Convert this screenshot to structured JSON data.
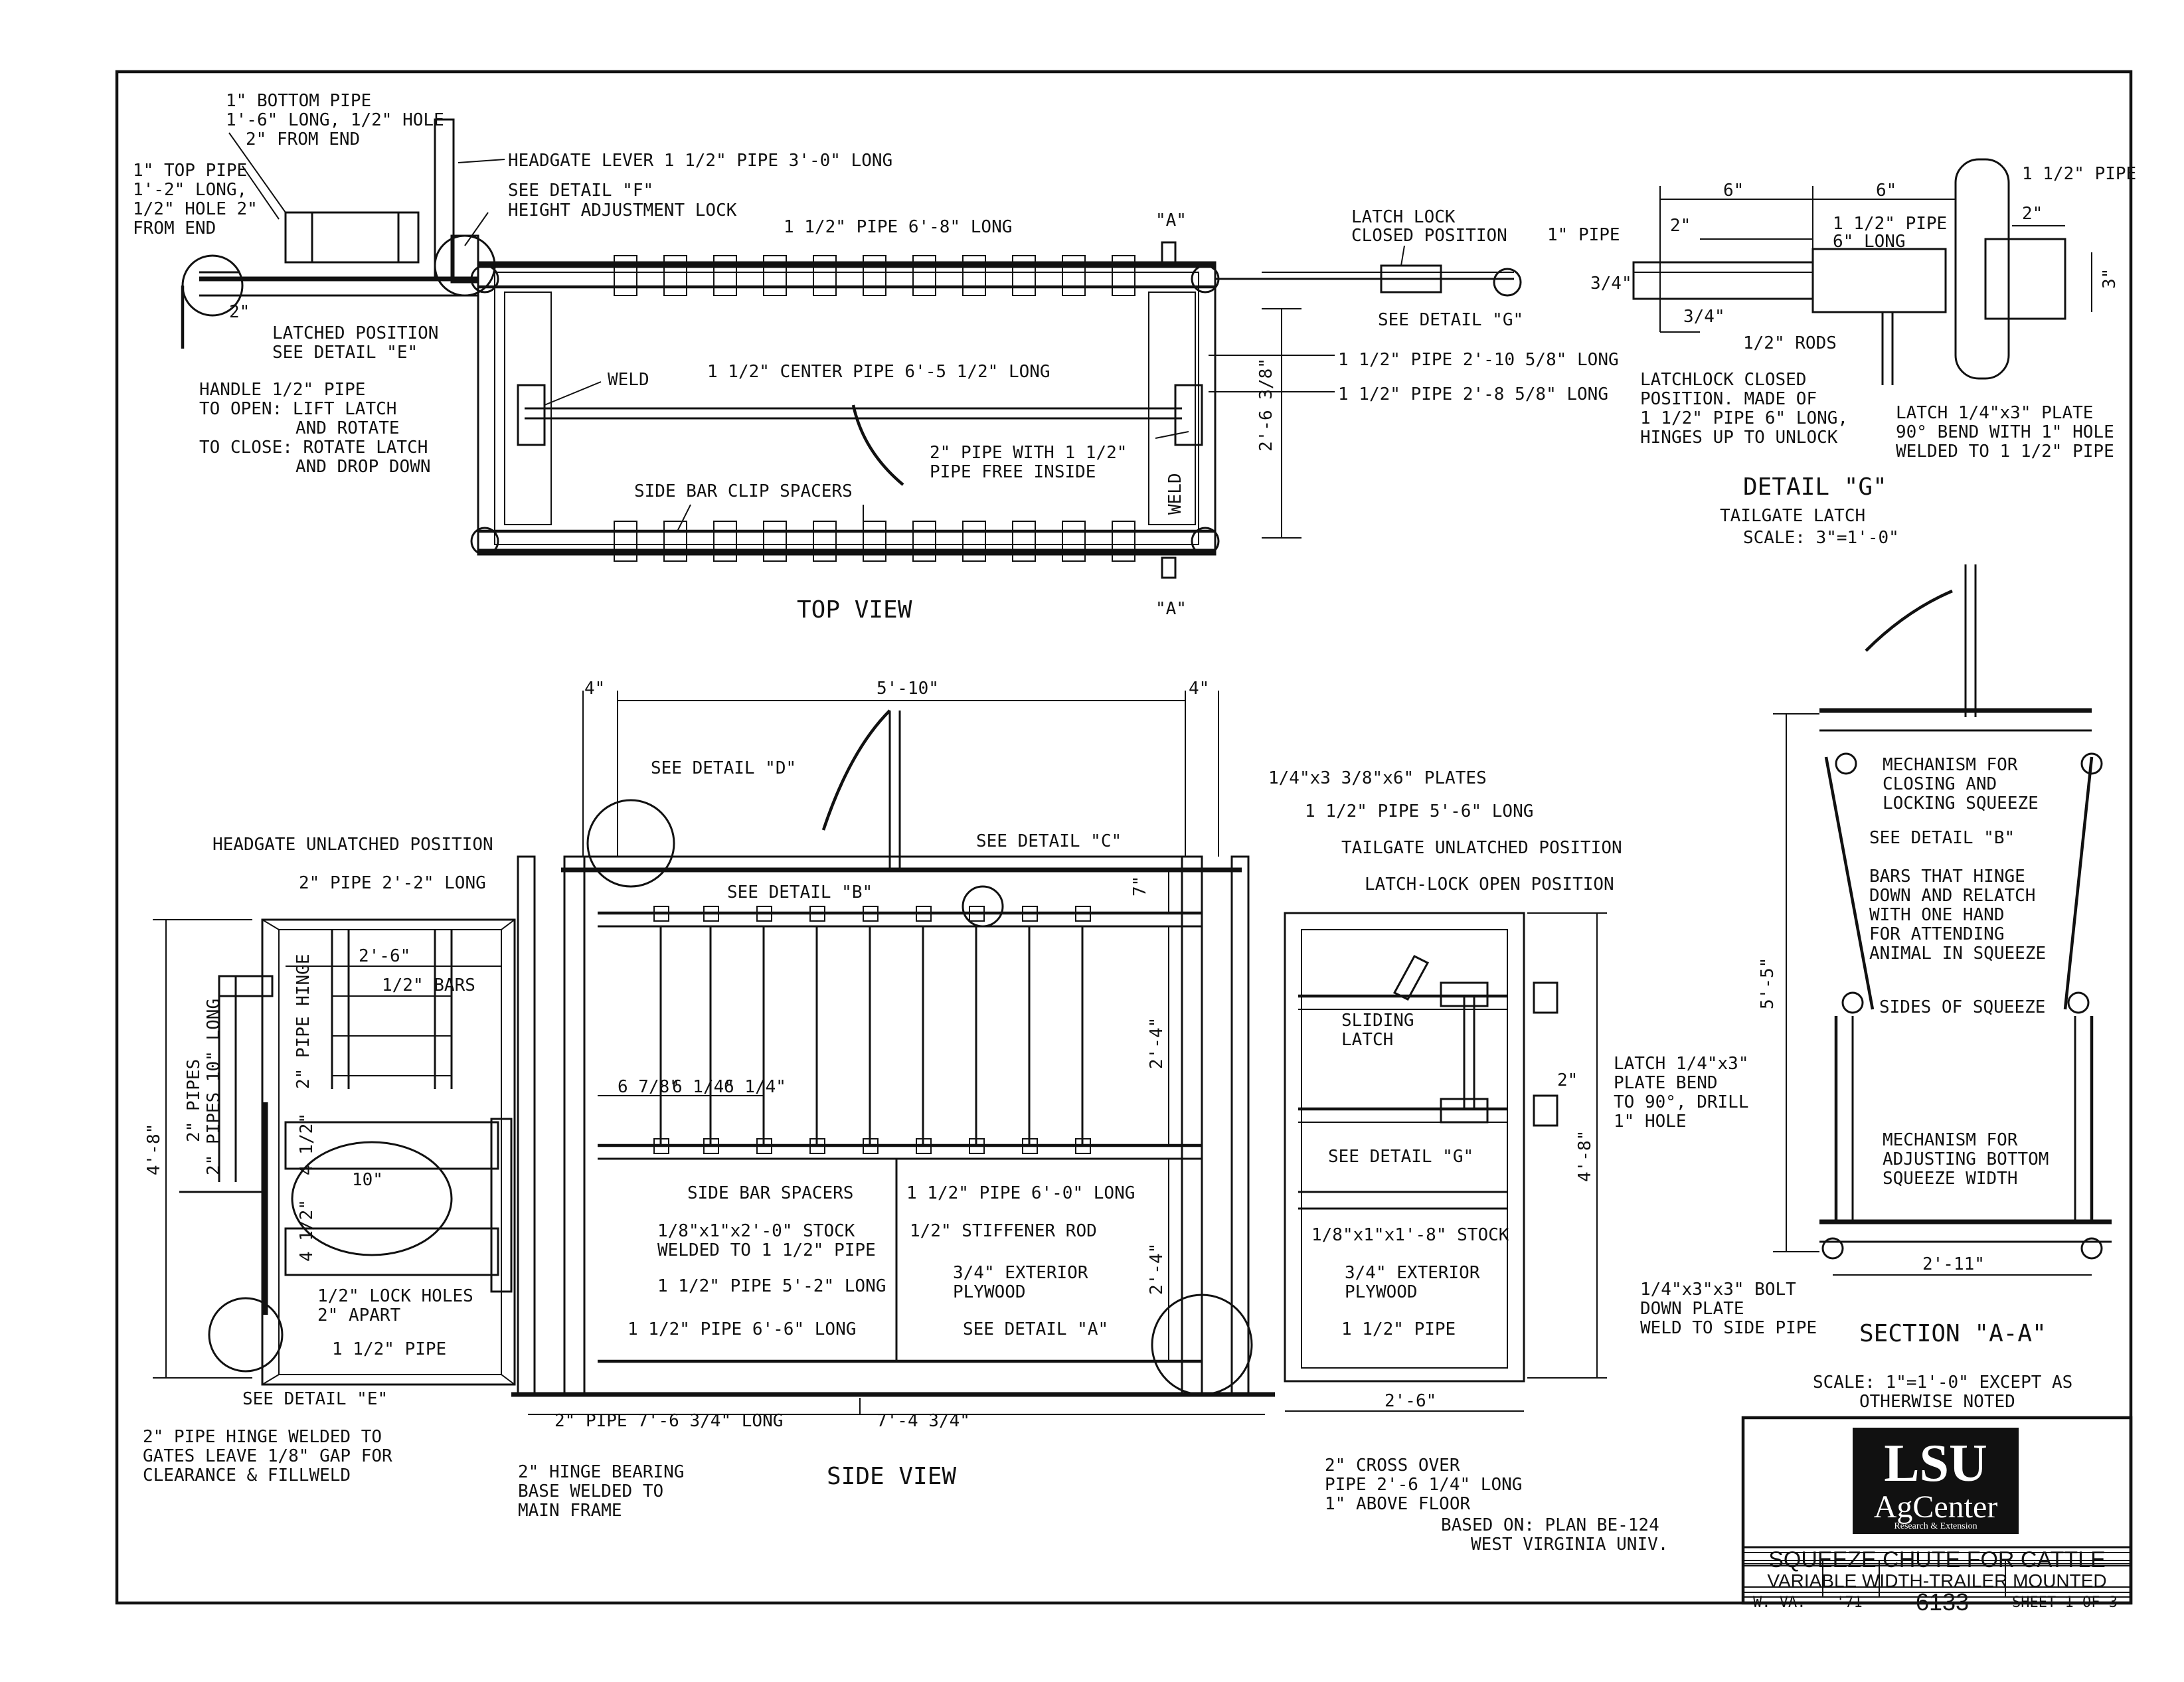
{
  "top_view": {
    "title": "TOP VIEW",
    "labels": {
      "bottom_pipe_1": "1\" BOTTOM PIPE",
      "bottom_pipe_2": "1'-6\" LONG, 1/2\" HOLE",
      "bottom_pipe_3": "2\" FROM END",
      "top_pipe_1": "1\" TOP PIPE",
      "top_pipe_2": "1'-2\" LONG,",
      "top_pipe_3": "1/2\" HOLE 2\"",
      "top_pipe_4": "FROM END",
      "headgate_lever": "HEADGATE LEVER 1 1/2\" PIPE 3'-0\" LONG",
      "detail_f_1": "SEE DETAIL \"F\"",
      "detail_f_2": "HEIGHT ADJUSTMENT LOCK",
      "pipe_6_8": "1 1/2\" PIPE 6'-8\" LONG",
      "section_a_top": "\"A\"",
      "section_a_bottom": "\"A\"",
      "latch_lock_1": "LATCH LOCK",
      "latch_lock_2": "CLOSED POSITION",
      "see_detail_g": "SEE DETAIL \"G\"",
      "two_in": "2\"",
      "latched_pos_1": "LATCHED POSITION",
      "latched_pos_2": "SEE DETAIL \"E\"",
      "handle_1": "HANDLE 1/2\" PIPE",
      "handle_2": "TO OPEN: LIFT LATCH",
      "handle_3": "AND ROTATE",
      "handle_4": "TO CLOSE: ROTATE LATCH",
      "handle_5": "AND DROP DOWN",
      "weld_1": "WELD",
      "center_pipe": "1 1/2\" CENTER PIPE 6'-5 1/2\" LONG",
      "pipe_2_10": "1 1/2\" PIPE 2'-10 5/8\" LONG",
      "pipe_2_8": "1 1/2\" PIPE 2'-8 5/8\" LONG",
      "dim_2_6": "2'-6 3/8\"",
      "pipe_free_1": "2\" PIPE WITH 1 1/2\"",
      "pipe_free_2": "PIPE FREE INSIDE",
      "weld_2": "WELD",
      "side_clip": "SIDE BAR CLIP SPACERS"
    }
  },
  "detail_g": {
    "title": "DETAIL \"G\"",
    "subtitle": "TAILGATE LATCH",
    "scale": "SCALE: 3\"=1'-0\"",
    "labels": {
      "six_a": "6\"",
      "six_b": "6\"",
      "pipe_1_5": "1 1/2\" PIPE",
      "one_pipe": "1\" PIPE",
      "two_a": "2\"",
      "pipe_6_long_1": "1 1/2\" PIPE",
      "pipe_6_long_2": "6\" LONG",
      "two_b": "2\"",
      "three_quarter_a": "3/4\"",
      "three_quarter_b": "3/4\"",
      "three": "3\"",
      "rods": "1/2\" RODS",
      "latchlock_1": "LATCHLOCK CLOSED",
      "latchlock_2": "POSITION. MADE OF",
      "latchlock_3": "1 1/2\" PIPE 6\" LONG,",
      "latchlock_4": "HINGES UP TO UNLOCK",
      "latch_plate_1": "LATCH 1/4\"x3\" PLATE",
      "latch_plate_2": "90° BEND WITH 1\" HOLE",
      "latch_plate_3": "WELDED TO 1 1/2\" PIPE"
    }
  },
  "side_view": {
    "title": "SIDE VIEW",
    "labels": {
      "dim_4a": "4\"",
      "dim_5_10": "5'-10\"",
      "dim_4b": "4\"",
      "see_detail_d": "SEE DETAIL \"D\"",
      "plates": "1/4\"x3 3/8\"x6\" PLATES",
      "pipe_5_6": "1 1/2\" PIPE 5'-6\" LONG",
      "headgate_unlatched": "HEADGATE UNLATCHED POSITION",
      "tailgate_unlatched": "TAILGATE UNLATCHED POSITION",
      "pipe_2_2": "2\" PIPE 2'-2\" LONG",
      "see_detail_c": "SEE DETAIL \"C\"",
      "see_detail_b": "SEE DETAIL \"B\"",
      "dim_7": "7\"",
      "latch_lock_open": "LATCH-LOCK OPEN POSITION",
      "dim_2_6a": "2'-6\"",
      "half_bars": "1/2\" BARS",
      "pipe_hinge": "2\" PIPE HINGE",
      "pipes_10": "2\" PIPES 10\" LONG",
      "dim_4_8a": "4'-8\"",
      "sliding_1": "SLIDING",
      "sliding_2": "LATCH",
      "dim_2_4a": "2'-4\"",
      "latch_plate_1": "LATCH 1/4\"x3\"",
      "latch_plate_2": "PLATE BEND",
      "latch_plate_3": "TO 90°, DRILL",
      "latch_plate_4": "1\" HOLE",
      "dim_2in": "2\"",
      "sp1": "6 7/8\"",
      "sp2": "6 1/4\"",
      "sp3": "6 1/4\"",
      "pipes_2": "2\" PIPES",
      "dim_4_half_a": "4 1/2\"",
      "dim_10": "10\"",
      "dim_4_half_b": "4 1/2\"",
      "see_detail_g": "SEE DETAIL \"G\"",
      "dim_4_8b": "4'-8\"",
      "side_bar_spacers": "SIDE BAR SPACERS",
      "pipe_6_0": "1 1/2\" PIPE 6'-0\" LONG",
      "stock_1": "1/8\"x1\"x2'-0\" STOCK",
      "stock_2": "WELDED TO 1 1/2\" PIPE",
      "stiffener": "1/2\" STIFFENER ROD",
      "stock_3": "1/8\"x1\"x1'-8\" STOCK",
      "lock_holes_1": "1/2\" LOCK HOLES",
      "lock_holes_2": "2\" APART",
      "pipe_5_2": "1 1/2\" PIPE 5'-2\" LONG",
      "plywood_1": "3/4\" EXTERIOR",
      "plywood_2": "PLYWOOD",
      "dim_2_4b": "2'-4\"",
      "plywood_3": "3/4\" EXTERIOR",
      "plywood_4": "PLYWOOD",
      "pipe_1_half": "1 1/2\" PIPE",
      "pipe_6_6": "1 1/2\" PIPE 6'-6\" LONG",
      "see_detail_a": "SEE DETAIL \"A\"",
      "pipe_1_half_b": "1 1/2\" PIPE",
      "see_detail_e": "SEE DETAIL \"E\"",
      "pipe_7_6": "2\" PIPE 7'-6 3/4\" LONG",
      "dim_7_4": "7'-4 3/4\"",
      "dim_2_6b": "2'-6\"",
      "hinge_1": "2\" PIPE HINGE WELDED TO",
      "hinge_2": "GATES LEAVE 1/8\" GAP FOR",
      "hinge_3": "CLEARANCE & FILLWELD",
      "bearing_1": "2\" HINGE BEARING",
      "bearing_2": "BASE WELDED TO",
      "bearing_3": "MAIN FRAME",
      "cross_1": "2\" CROSS OVER",
      "cross_2": "PIPE 2'-6 1/4\" LONG",
      "cross_3": "1\" ABOVE FLOOR"
    }
  },
  "section_aa": {
    "title": "SECTION \"A-A\"",
    "labels": {
      "mech_1": "MECHANISM FOR",
      "mech_2": "CLOSING AND",
      "mech_3": "LOCKING SQUEEZE",
      "see_detail_b": "SEE DETAIL \"B\"",
      "bars_1": "BARS THAT HINGE",
      "bars_2": "DOWN AND RELATCH",
      "bars_3": "WITH ONE HAND",
      "bars_4": "FOR ATTENDING",
      "bars_5": "ANIMAL IN SQUEEZE",
      "dim_5_5": "5'-5\"",
      "sides": "SIDES OF SQUEEZE",
      "adj_1": "MECHANISM FOR",
      "adj_2": "ADJUSTING BOTTOM",
      "adj_3": "SQUEEZE WIDTH",
      "dim_2_11": "2'-11\"",
      "bolt_1": "1/4\"x3\"x3\" BOLT",
      "bolt_2": "DOWN PLATE",
      "bolt_3": "WELD TO SIDE PIPE"
    }
  },
  "notes": {
    "scale_1": "SCALE: 1\"=1'-0\" EXCEPT AS",
    "scale_2": "OTHERWISE NOTED",
    "based_1": "BASED ON: PLAN BE-124",
    "based_2": "WEST VIRGINIA UNIV."
  },
  "title_block": {
    "logo_top": "LSU",
    "logo_bottom": "AgCenter",
    "logo_sub": "Research & Extension",
    "title_1": "SQUEEZE CHUTE FOR CATTLE",
    "title_2": "VARIABLE WIDTH-TRAILER MOUNTED",
    "state": "W. VA.",
    "year": "'71",
    "plan_no": "6133",
    "sheet": "SHEET 1 OF 3"
  }
}
